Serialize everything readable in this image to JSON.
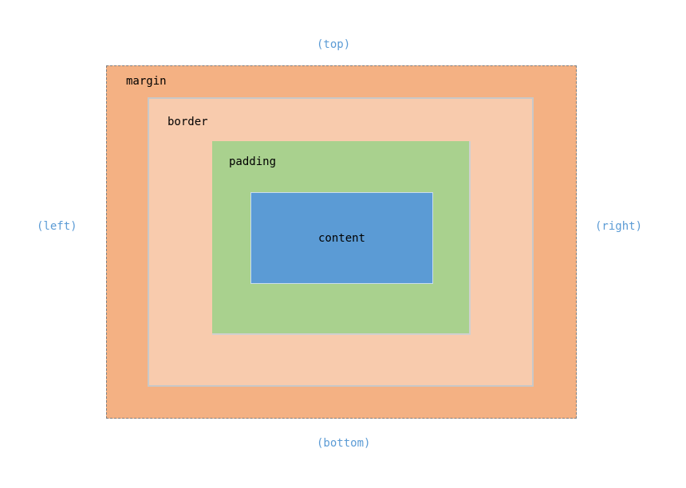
{
  "sides": {
    "top": "(top)",
    "bottom": "(bottom)",
    "left": "(left)",
    "right": "(right)"
  },
  "boxes": {
    "margin": {
      "label": "margin",
      "color": "#f4b183"
    },
    "border": {
      "label": "border",
      "color": "#f8cbad"
    },
    "padding": {
      "label": "padding",
      "color": "#a9d18e"
    },
    "content": {
      "label": "content",
      "color": "#5b9bd5"
    }
  },
  "colors": {
    "side_label": "#5b9bd5"
  }
}
